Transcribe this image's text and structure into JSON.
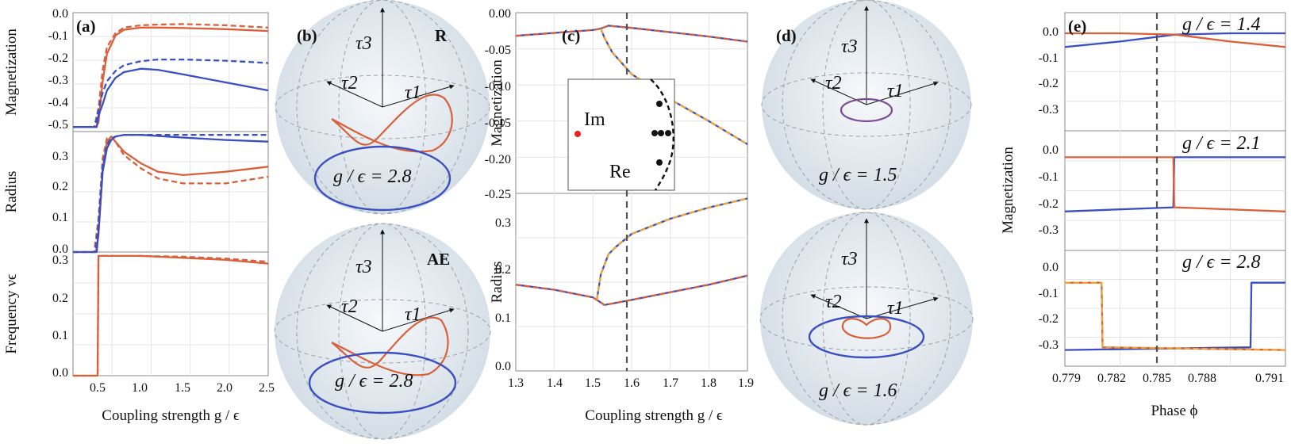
{
  "colors": {
    "orange": "#d9603b",
    "blue": "#3a4fc1",
    "gold": "#f0a534",
    "purple": "#7d4a95",
    "red": "#e8201f",
    "black": "#111111",
    "sphere": "#dfe7ee",
    "grid": "#e4e4e4"
  },
  "panel_a": {
    "label": "(a)",
    "xlabel": "Coupling strength g / ϵ",
    "x_ticks": [
      "0.5",
      "1.0",
      "1.5",
      "2.0",
      "2.5"
    ],
    "subplots": [
      {
        "ylabel": "Magnetization",
        "y_ticks": [
          "0.0",
          "-0.1",
          "-0.2",
          "-0.3",
          "-0.4",
          "-0.5"
        ]
      },
      {
        "ylabel": "Radius",
        "y_ticks": [
          "0.3",
          "0.2",
          "0.1",
          "0.0"
        ]
      },
      {
        "ylabel": "Frequency νϵ",
        "y_ticks": [
          "0.3",
          "0.2",
          "0.1",
          "0.0"
        ]
      }
    ]
  },
  "panel_b": {
    "label": "(b)",
    "axes": [
      "τ3",
      "τ2",
      "τ1"
    ],
    "top_tag": "R",
    "bottom_tag": "AE",
    "top_annotation": "g / ϵ = 2.8",
    "bottom_annotation": "g / ϵ = 2.8"
  },
  "panel_c": {
    "label": "(c)",
    "xlabel": "Coupling strength g / ϵ",
    "x_ticks": [
      "1.3",
      "1.4",
      "1.5",
      "1.6",
      "1.7",
      "1.8",
      "1.9"
    ],
    "subplots": [
      {
        "ylabel": "Magnetization",
        "y_ticks": [
          "0.00",
          "-0.05",
          "-0.10",
          "-0.15",
          "-0.20",
          "-0.25"
        ]
      },
      {
        "ylabel": "Radius",
        "y_ticks": [
          "0.3",
          "0.2",
          "0.1",
          "0.0"
        ]
      }
    ],
    "inset": {
      "im": "Im",
      "re": "Re"
    }
  },
  "panel_d": {
    "label": "(d)",
    "axes": [
      "τ3",
      "τ2",
      "τ1"
    ],
    "top_annotation": "g / ϵ = 1.5",
    "bottom_annotation": "g / ϵ = 1.6"
  },
  "panel_e": {
    "label": "(e)",
    "xlabel": "Phase ϕ",
    "ylabel": "Magnetization",
    "x_ticks": [
      "0.779",
      "0.782",
      "0.785",
      "0.788",
      "0.791"
    ],
    "subplots": [
      {
        "annotation": "g / ϵ = 1.4",
        "y_ticks": [
          "0.0",
          "-0.1",
          "-0.2",
          "-0.3"
        ]
      },
      {
        "annotation": "g / ϵ = 2.1",
        "y_ticks": [
          "0.0",
          "-0.1",
          "-0.2",
          "-0.3"
        ]
      },
      {
        "annotation": "g / ϵ = 2.8",
        "y_ticks": [
          "0.0",
          "-0.1",
          "-0.2",
          "-0.3"
        ]
      }
    ]
  },
  "chart_data": [
    {
      "type": "line",
      "panel": "a-magnetization",
      "xlim": [
        0.2,
        2.5
      ],
      "ylim": [
        -0.52,
        0.0
      ],
      "series": [
        {
          "color": "orange",
          "style": "solid",
          "x": [
            0.2,
            0.47,
            0.5,
            0.55,
            0.6,
            0.7,
            0.8,
            1.0,
            1.2,
            1.5,
            2.0,
            2.5
          ],
          "y": [
            -0.5,
            -0.5,
            -0.48,
            -0.3,
            -0.18,
            -0.1,
            -0.075,
            -0.065,
            -0.065,
            -0.067,
            -0.072,
            -0.08
          ]
        },
        {
          "color": "orange",
          "style": "dashed",
          "x": [
            0.2,
            0.45,
            0.5,
            0.55,
            0.6,
            0.7,
            0.8,
            1.0,
            1.2,
            1.5,
            2.0,
            2.5
          ],
          "y": [
            -0.5,
            -0.5,
            -0.42,
            -0.25,
            -0.15,
            -0.09,
            -0.065,
            -0.055,
            -0.052,
            -0.05,
            -0.055,
            -0.065
          ]
        },
        {
          "color": "blue",
          "style": "solid",
          "x": [
            0.2,
            0.48,
            0.5,
            0.55,
            0.6,
            0.7,
            0.8,
            1.0,
            1.2,
            1.5,
            2.0,
            2.5
          ],
          "y": [
            -0.5,
            -0.5,
            -0.45,
            -0.4,
            -0.34,
            -0.285,
            -0.26,
            -0.245,
            -0.25,
            -0.27,
            -0.305,
            -0.34
          ]
        },
        {
          "color": "blue",
          "style": "dashed",
          "x": [
            0.2,
            0.46,
            0.5,
            0.55,
            0.6,
            0.7,
            0.8,
            1.0,
            1.2,
            1.5,
            2.0,
            2.5
          ],
          "y": [
            -0.5,
            -0.5,
            -0.42,
            -0.35,
            -0.3,
            -0.255,
            -0.23,
            -0.212,
            -0.205,
            -0.205,
            -0.21,
            -0.22
          ]
        }
      ]
    },
    {
      "type": "line",
      "panel": "a-radius",
      "xlim": [
        0.2,
        2.5
      ],
      "ylim": [
        0.0,
        0.36
      ],
      "series": [
        {
          "color": "orange",
          "style": "solid",
          "x": [
            0.2,
            0.47,
            0.5,
            0.55,
            0.6,
            0.65,
            0.7,
            0.8,
            1.0,
            1.2,
            1.5,
            2.0,
            2.5
          ],
          "y": [
            0,
            0,
            0.05,
            0.25,
            0.33,
            0.345,
            0.33,
            0.3,
            0.265,
            0.24,
            0.23,
            0.24,
            0.255
          ]
        },
        {
          "color": "orange",
          "style": "dashed",
          "x": [
            0.2,
            0.45,
            0.5,
            0.55,
            0.6,
            0.65,
            0.7,
            0.8,
            1.0,
            1.2,
            1.5,
            2.0,
            2.5
          ],
          "y": [
            0,
            0,
            0.1,
            0.28,
            0.34,
            0.345,
            0.33,
            0.29,
            0.25,
            0.22,
            0.205,
            0.205,
            0.225
          ]
        },
        {
          "color": "blue",
          "style": "solid",
          "x": [
            0.2,
            0.48,
            0.5,
            0.55,
            0.6,
            0.65,
            0.7,
            0.8,
            1.0,
            1.5,
            2.0,
            2.5
          ],
          "y": [
            0,
            0,
            0.06,
            0.24,
            0.31,
            0.335,
            0.345,
            0.35,
            0.35,
            0.342,
            0.335,
            0.33
          ]
        },
        {
          "color": "blue",
          "style": "dashed",
          "x": [
            0.2,
            0.46,
            0.5,
            0.55,
            0.6,
            0.65,
            0.7,
            0.8,
            1.0,
            1.5,
            2.0,
            2.5
          ],
          "y": [
            0,
            0,
            0.08,
            0.26,
            0.32,
            0.34,
            0.345,
            0.35,
            0.35,
            0.35,
            0.35,
            0.35
          ]
        }
      ]
    },
    {
      "type": "line",
      "panel": "a-frequency",
      "xlim": [
        0.2,
        2.5
      ],
      "ylim": [
        0.0,
        0.32
      ],
      "series": [
        {
          "color": "orange",
          "style": "solid",
          "x": [
            0.2,
            0.49,
            0.5,
            1.0,
            1.5,
            2.0,
            2.5
          ],
          "y": [
            0,
            0,
            0.31,
            0.31,
            0.305,
            0.3,
            0.29
          ]
        },
        {
          "color": "orange",
          "style": "dashed",
          "x": [
            0.2,
            0.49,
            0.5,
            1.0,
            1.5,
            2.0,
            2.5
          ],
          "y": [
            0,
            0,
            0.31,
            0.31,
            0.308,
            0.303,
            0.295
          ]
        }
      ]
    },
    {
      "type": "line",
      "panel": "c-magnetization",
      "xlim": [
        1.3,
        1.9
      ],
      "ylim": [
        -0.25,
        0.0
      ],
      "series": [
        {
          "color": "blue",
          "style": "solid",
          "x": [
            1.3,
            1.4,
            1.5,
            1.52,
            1.54,
            1.6,
            1.7,
            1.8,
            1.9
          ],
          "y": [
            -0.032,
            -0.028,
            -0.024,
            -0.022,
            -0.018,
            -0.021,
            -0.027,
            -0.033,
            -0.04
          ]
        },
        {
          "color": "orange",
          "style": "dashed",
          "x": [
            1.3,
            1.4,
            1.5,
            1.52,
            1.54,
            1.6,
            1.7,
            1.8,
            1.9
          ],
          "y": [
            -0.032,
            -0.028,
            -0.024,
            -0.022,
            -0.018,
            -0.021,
            -0.027,
            -0.033,
            -0.04
          ]
        },
        {
          "color": "blue",
          "style": "solid",
          "x": [
            1.52,
            1.53,
            1.55,
            1.6,
            1.7,
            1.8,
            1.9
          ],
          "y": [
            -0.022,
            -0.035,
            -0.055,
            -0.085,
            -0.12,
            -0.15,
            -0.182
          ]
        },
        {
          "color": "gold",
          "style": "dashed",
          "x": [
            1.52,
            1.53,
            1.55,
            1.6,
            1.7,
            1.8,
            1.9
          ],
          "y": [
            -0.022,
            -0.035,
            -0.055,
            -0.085,
            -0.12,
            -0.15,
            -0.182
          ]
        }
      ]
    },
    {
      "type": "line",
      "panel": "c-radius",
      "xlim": [
        1.3,
        1.9
      ],
      "ylim": [
        0.0,
        0.35
      ],
      "series": [
        {
          "color": "blue",
          "style": "solid",
          "x": [
            1.3,
            1.4,
            1.5,
            1.53,
            1.6,
            1.7,
            1.8,
            1.9
          ],
          "y": [
            0.17,
            0.16,
            0.145,
            0.13,
            0.14,
            0.155,
            0.17,
            0.188
          ]
        },
        {
          "color": "orange",
          "style": "dashed",
          "x": [
            1.3,
            1.4,
            1.5,
            1.53,
            1.6,
            1.7,
            1.8,
            1.9
          ],
          "y": [
            0.17,
            0.16,
            0.145,
            0.13,
            0.14,
            0.155,
            0.17,
            0.188
          ]
        },
        {
          "color": "blue",
          "style": "solid",
          "x": [
            1.51,
            1.52,
            1.54,
            1.56,
            1.6,
            1.7,
            1.8,
            1.9
          ],
          "y": [
            0.14,
            0.19,
            0.23,
            0.245,
            0.27,
            0.3,
            0.322,
            0.34
          ]
        },
        {
          "color": "gold",
          "style": "dashed",
          "x": [
            1.51,
            1.52,
            1.54,
            1.56,
            1.6,
            1.7,
            1.8,
            1.9
          ],
          "y": [
            0.14,
            0.19,
            0.23,
            0.245,
            0.27,
            0.3,
            0.322,
            0.34
          ]
        }
      ]
    },
    {
      "type": "line",
      "panel": "e-1.4",
      "xlim": [
        0.779,
        0.791
      ],
      "ylim": [
        -0.38,
        0.05
      ],
      "series": [
        {
          "color": "blue",
          "style": "solid",
          "x": [
            0.779,
            0.782,
            0.785,
            0.788,
            0.791
          ],
          "y": [
            -0.075,
            -0.055,
            -0.03,
            -0.025,
            -0.025
          ]
        },
        {
          "color": "orange",
          "style": "solid",
          "x": [
            0.779,
            0.782,
            0.785,
            0.788,
            0.791
          ],
          "y": [
            -0.025,
            -0.025,
            -0.03,
            -0.055,
            -0.075
          ]
        }
      ]
    },
    {
      "type": "line",
      "panel": "e-2.1",
      "xlim": [
        0.779,
        0.791
      ],
      "ylim": [
        -0.38,
        0.05
      ],
      "series": [
        {
          "color": "blue",
          "style": "solid",
          "x": [
            0.779,
            0.7849,
            0.78495,
            0.791
          ],
          "y": [
            -0.24,
            -0.225,
            -0.045,
            -0.045
          ]
        },
        {
          "color": "orange",
          "style": "solid",
          "x": [
            0.779,
            0.7849,
            0.78495,
            0.791
          ],
          "y": [
            -0.045,
            -0.045,
            -0.225,
            -0.24
          ]
        }
      ]
    },
    {
      "type": "line",
      "panel": "e-2.8",
      "xlim": [
        0.779,
        0.791
      ],
      "ylim": [
        -0.38,
        0.05
      ],
      "series": [
        {
          "color": "blue",
          "style": "solid",
          "x": [
            0.779,
            0.7891,
            0.78915,
            0.791
          ],
          "y": [
            -0.32,
            -0.31,
            -0.07,
            -0.07
          ]
        },
        {
          "color": "orange",
          "style": "solid",
          "x": [
            0.779,
            0.781,
            0.78105,
            0.791
          ],
          "y": [
            -0.07,
            -0.07,
            -0.31,
            -0.32
          ]
        },
        {
          "color": "gold",
          "style": "dashed",
          "x": [
            0.779,
            0.781,
            0.78105,
            0.791
          ],
          "y": [
            -0.07,
            -0.07,
            -0.31,
            -0.32
          ]
        }
      ]
    }
  ]
}
